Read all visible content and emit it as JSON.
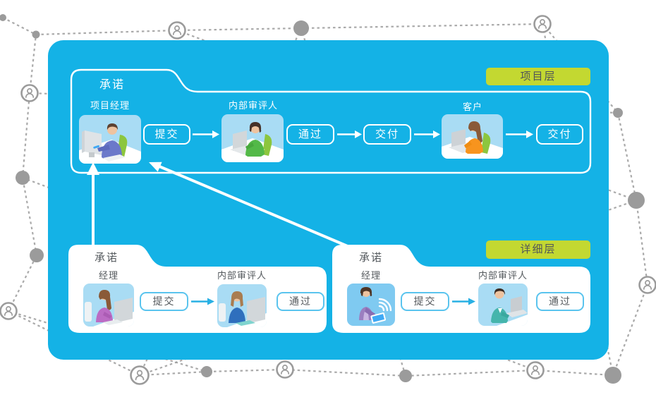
{
  "colors": {
    "canvas_blue": "#14b2e6",
    "badge_green": "#c3d831",
    "badge_text": "#50555a",
    "panel_white": "#ffffff",
    "network_gray": "#9b9b9b",
    "dark_text": "#54595d",
    "image_sky_blue": "#a9dcf4",
    "image_sky_deep": "#7fcaf1",
    "arrow_blue": "#29b0e4",
    "button_border_blue": "#5ac4ee",
    "chair_green": "#8cc63e"
  },
  "project_layer": {
    "badge": "项目层",
    "tab": "承诺",
    "roles": [
      "项目经理",
      "内部审评人",
      "客户"
    ],
    "actions": [
      "提交",
      "通过",
      "交付",
      "交付"
    ]
  },
  "detail_layer": {
    "badge": "详细层",
    "panels": [
      {
        "tab": "承诺",
        "roles": [
          "经理",
          "内部审评人"
        ],
        "actions": [
          "提交",
          "通过"
        ]
      },
      {
        "tab": "承诺",
        "roles": [
          "经理",
          "内部审评人"
        ],
        "actions": [
          "提交",
          "通过"
        ]
      }
    ]
  },
  "illustrations": {
    "project_manager": "man-at-desktop-monitor",
    "internal_reviewer_project": "woman-at-laptop-green-sweater",
    "customer": "woman-at-laptop-orange-sweater",
    "manager_detail_left": "woman-at-desktop-monitor-purple",
    "reviewer_detail_left": "person-at-desktop-monitor-blue",
    "manager_detail_right": "woman-holding-tablet-wifi",
    "reviewer_detail_right": "man-at-laptop-teal-vest"
  }
}
